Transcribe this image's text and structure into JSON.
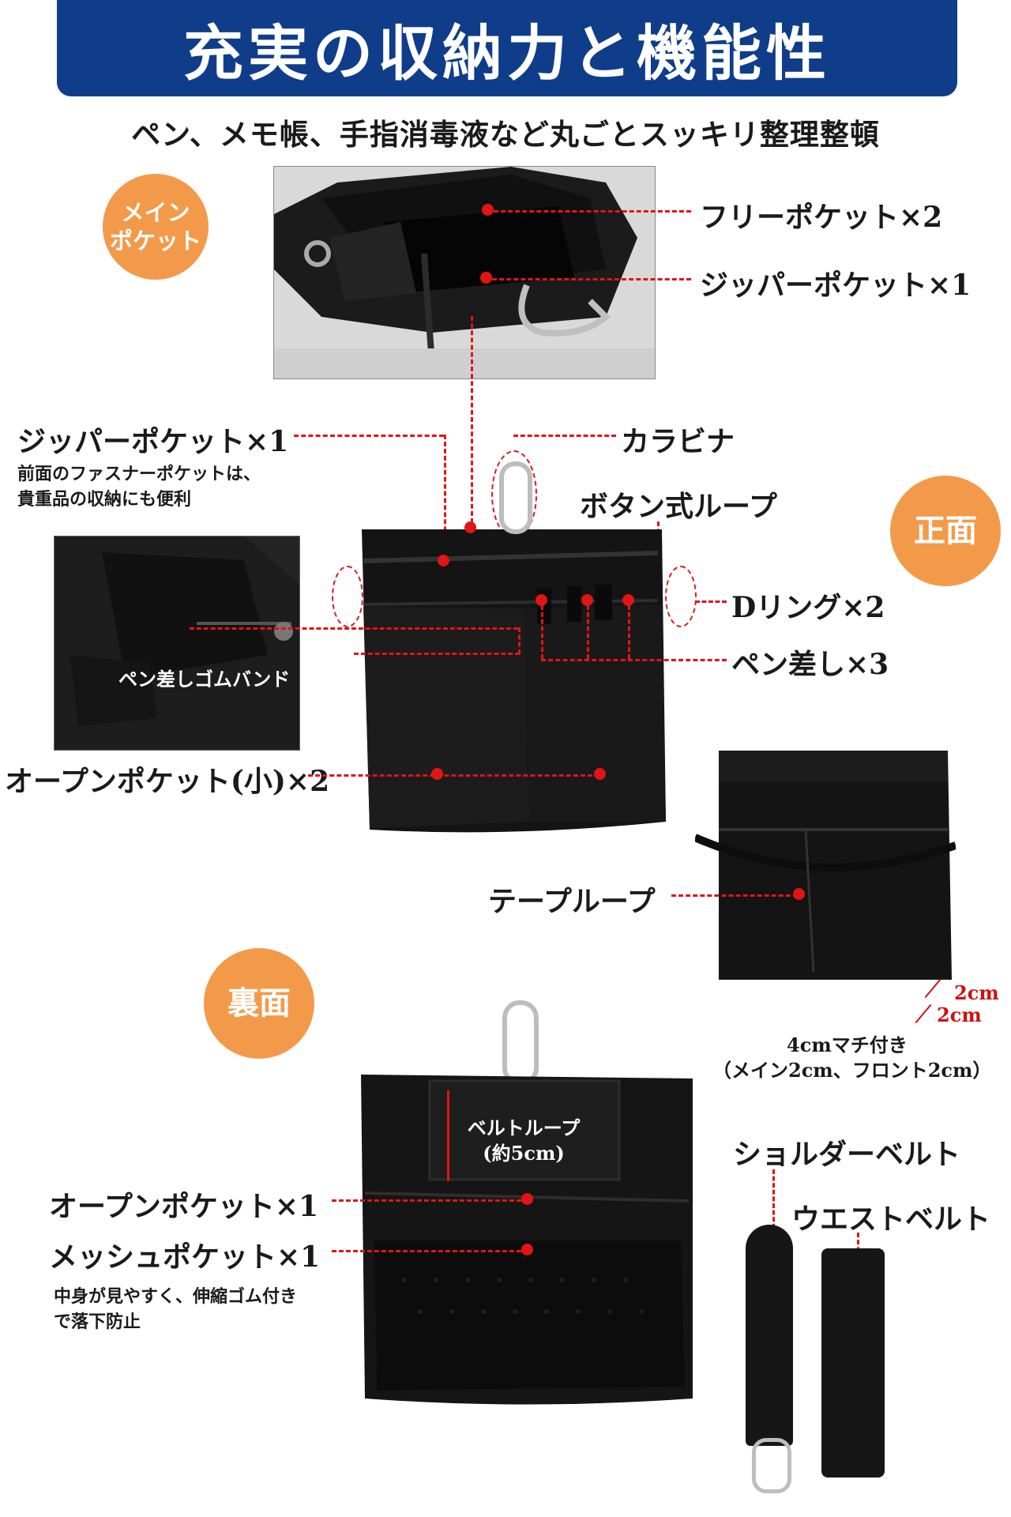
{
  "header": {
    "title": "充実の収納力と機能性",
    "subtitle": "ペン、メモ帳、手指消毒液など丸ごとスッキリ整理整頓"
  },
  "sections": {
    "main_pocket": "メイン\nポケット",
    "front": "正面",
    "back": "裏面"
  },
  "main_pocket_labels": {
    "free_pocket": "フリーポケット×2",
    "zipper_pocket": "ジッパーポケット×1"
  },
  "front_labels": {
    "zipper_pocket": "ジッパーポケット×1",
    "zipper_desc_1": "前面のファスナーポケットは、",
    "zipper_desc_2": "貴重品の収納にも便利",
    "carabiner": "カラビナ",
    "button_loop": "ボタン式ループ",
    "d_ring": "Dリング×2",
    "pen_holder": "ペン差し×3",
    "pen_band": "ペン差しゴムバンド",
    "open_pocket_small": "オープンポケット(小)×2",
    "tape_loop": "テープループ",
    "gusset_1": "2cm",
    "gusset_2": "2cm",
    "gusset_note_1": "4cmマチ付き",
    "gusset_note_2": "（メイン2cm、フロント2cm）"
  },
  "back_labels": {
    "belt_loop": "ベルトループ",
    "belt_loop_size": "(約5cm)",
    "open_pocket": "オープンポケット×1",
    "mesh_pocket": "メッシュポケット×1",
    "mesh_desc_1": "中身が見やすく、伸縮ゴム付き",
    "mesh_desc_2": "で落下防止",
    "shoulder_belt": "ショルダーベルト",
    "waist_belt": "ウエストベルト"
  },
  "colors": {
    "banner": "#0f3d8a",
    "accent_circle": "#f39a4a",
    "marker_red": "#e01515",
    "bag_black": "#141414"
  }
}
